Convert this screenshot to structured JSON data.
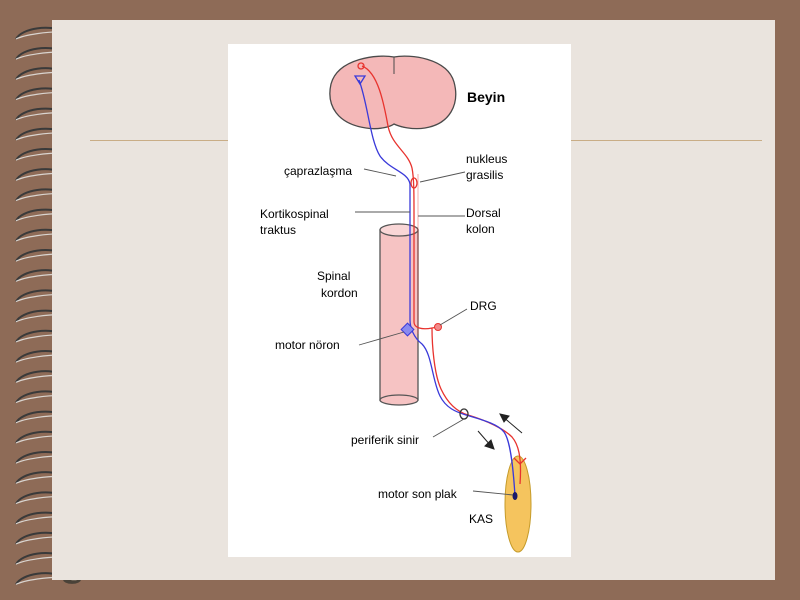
{
  "slide": {
    "background_color": "#8e6b57",
    "page_color": "#eae4de",
    "rule_color": "#c9ad86"
  },
  "figure": {
    "labels": {
      "beyin": "Beyin",
      "caprazlasma": "çaprazlaşma",
      "nukleus_line1": "nukleus",
      "nukleus_line2": "grasilis",
      "kortikospinal_line1": "Kortikospinal",
      "kortikospinal_line2": "traktus",
      "dorsal_line1": "Dorsal",
      "dorsal_line2": "kolon",
      "spinal_line1": "Spinal",
      "spinal_line2": "kordon",
      "drg": "DRG",
      "motor_noron": "motor nöron",
      "periferik_sinir": "periferik sinir",
      "motor_son_plak": "motor son plak",
      "kas": "KAS"
    },
    "colors": {
      "brain": "#f4b8b8",
      "spinal_cord": "#f6c3c3",
      "sensory_pathway": "#e8332e",
      "motor_pathway": "#3a3ad9",
      "muscle": "#f5c45e",
      "neuron_body": "#8a8af0"
    }
  }
}
